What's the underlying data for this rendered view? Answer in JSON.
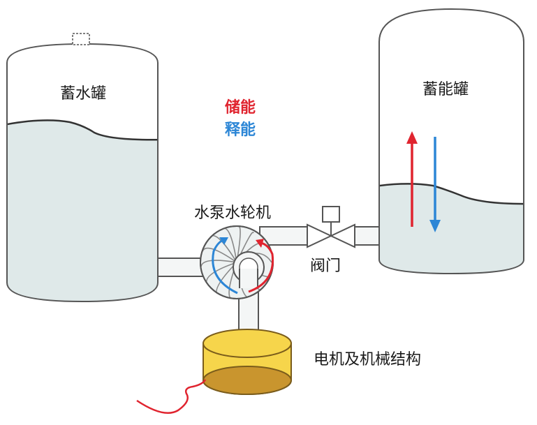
{
  "labels": {
    "water_tank": "蓄水罐",
    "storage_tank": "蓄能罐",
    "store_energy": "储能",
    "release_energy": "释能",
    "pump_turbine": "水泵水轮机",
    "valve": "阀门",
    "motor": "电机及机械结构"
  },
  "colors": {
    "store_arrow": "#e0242f",
    "release_arrow": "#2c86d6",
    "water": "#dfe9e9",
    "motor_body": "#f6d54b",
    "motor_top": "#c9952e",
    "outline": "#555555",
    "cable": "#e0242f"
  }
}
